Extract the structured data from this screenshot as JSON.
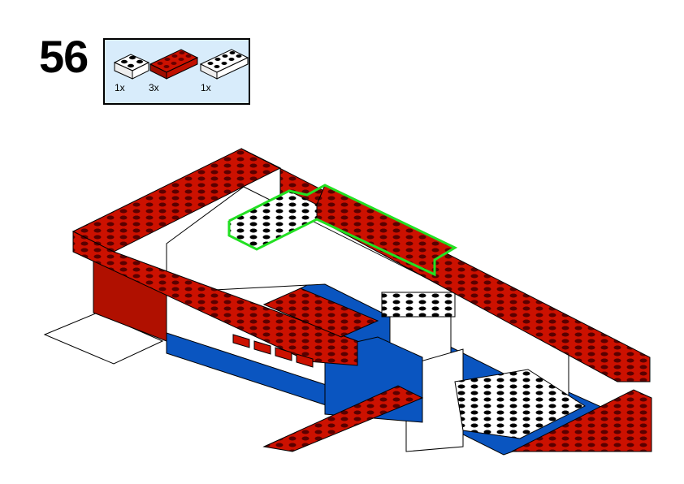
{
  "step": {
    "number": "56"
  },
  "parts_list": [
    {
      "name": "white-brick-2x2",
      "color": "#ffffff",
      "quantity": "1x"
    },
    {
      "name": "red-brick-2x4",
      "color": "#cc1100",
      "quantity": "3x"
    },
    {
      "name": "white-brick-2x4",
      "color": "#ffffff",
      "quantity": "1x"
    }
  ],
  "colors": {
    "red": "#cc1100",
    "white": "#ffffff",
    "blue": "#0a55c0",
    "highlight": "#22e022",
    "panel": "#d8ecfb"
  }
}
